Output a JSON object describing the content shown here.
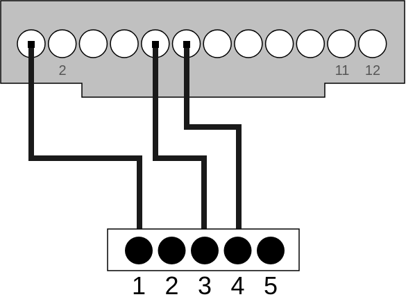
{
  "colors": {
    "background": "#ffffff",
    "connector_block_fill": "#c0c0c0",
    "outline": "#000000",
    "open_pin_fill": "#ffffff",
    "filled_pin_fill": "#000000",
    "wire": "#1a1a1a",
    "small_label": "#555555",
    "large_label": "#000000"
  },
  "top_connector": {
    "pin_count": 12,
    "labels": {
      "pin_2": "2",
      "pin_11": "11",
      "pin_12": "12"
    }
  },
  "bottom_connector": {
    "pin_count": 5,
    "labels": [
      "1",
      "2",
      "3",
      "4",
      "5"
    ]
  },
  "wires": [
    {
      "from_top_pin": 1,
      "to_bottom_pin": 1
    },
    {
      "from_top_pin": 5,
      "to_bottom_pin": 3
    },
    {
      "from_top_pin": 6,
      "to_bottom_pin": 4
    }
  ]
}
